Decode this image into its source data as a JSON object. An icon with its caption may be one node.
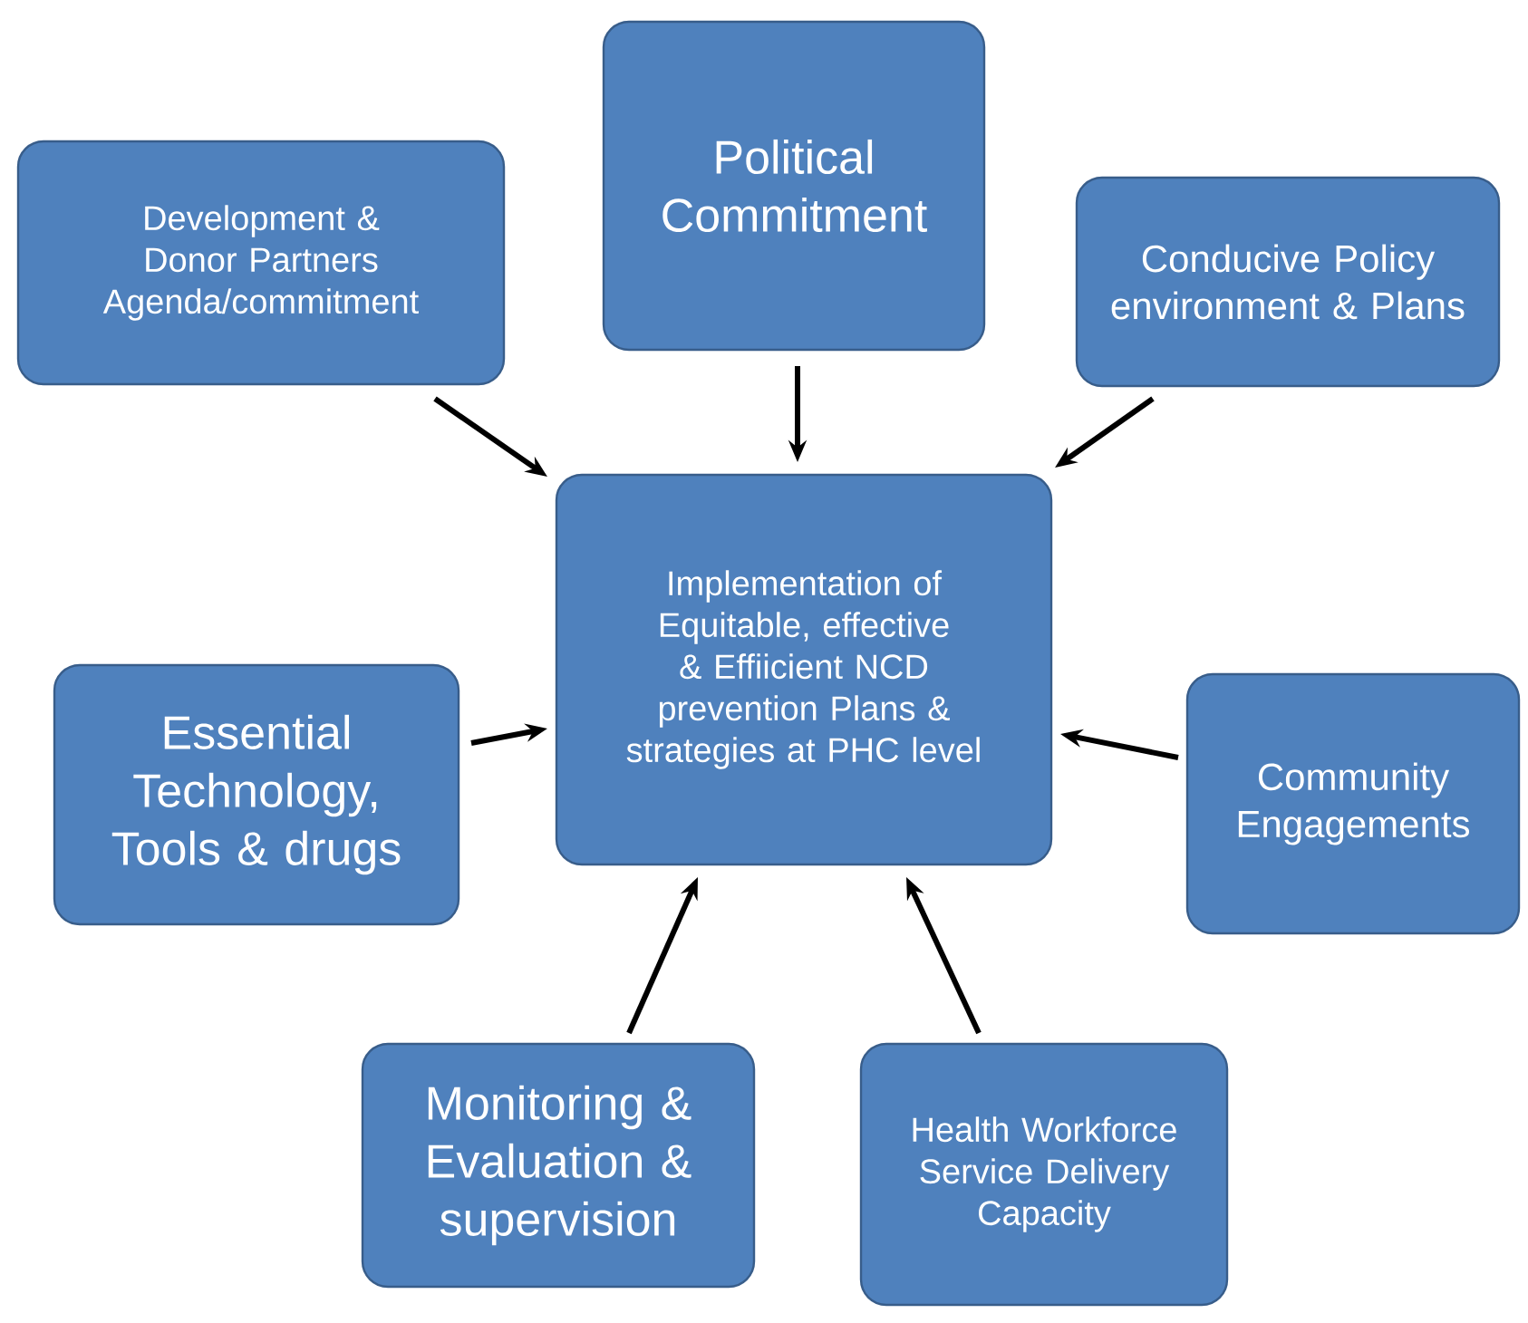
{
  "diagram": {
    "nodes": [
      {
        "text": [
          "Implementation of Equitable, effective & Effiicient NCD prevention Plans & strategies at PHC level"
        ]
      },
      {
        "text": [
          "Development & Donor Partners Agenda/commitment"
        ]
      },
      {
        "text": [
          "Political Commitment"
        ]
      },
      {
        "text": [
          "Conducive Policy environment & Plans"
        ]
      },
      {
        "text": [
          "Essential Technology, Tools & drugs"
        ]
      },
      {
        "text": [
          "Community Engagements"
        ]
      },
      {
        "text": [
          "Monitoring & Evaluation & supervision"
        ]
      },
      {
        "text": [
          "Health Workforce Service Delivery Capacity"
        ]
      }
    ],
    "edges": [
      {
        "from": 1,
        "to": 0,
        "arrow": "to"
      },
      {
        "from": 2,
        "to": 0,
        "arrow": "to"
      },
      {
        "from": 3,
        "to": 0,
        "arrow": "to"
      },
      {
        "from": 4,
        "to": 0,
        "arrow": "to"
      },
      {
        "from": 5,
        "to": 0,
        "arrow": "to"
      },
      {
        "from": 6,
        "to": 0,
        "arrow": "to"
      },
      {
        "from": 7,
        "to": 0,
        "arrow": "to"
      }
    ]
  }
}
